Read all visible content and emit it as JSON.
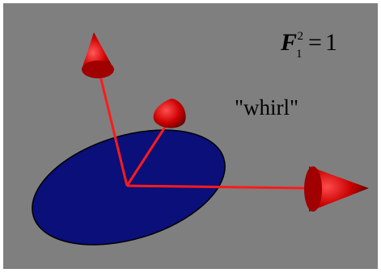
{
  "formula": {
    "symbol": "F",
    "subscript": "1",
    "superscript": "2",
    "equals": "=",
    "value": "1"
  },
  "label": "\"whirl\"",
  "colors": {
    "background": "#7f7f7f",
    "ellipse_fill": "#0a0f7a",
    "arrow": "#ff1a1a",
    "arrow_head": "#cc0000"
  }
}
